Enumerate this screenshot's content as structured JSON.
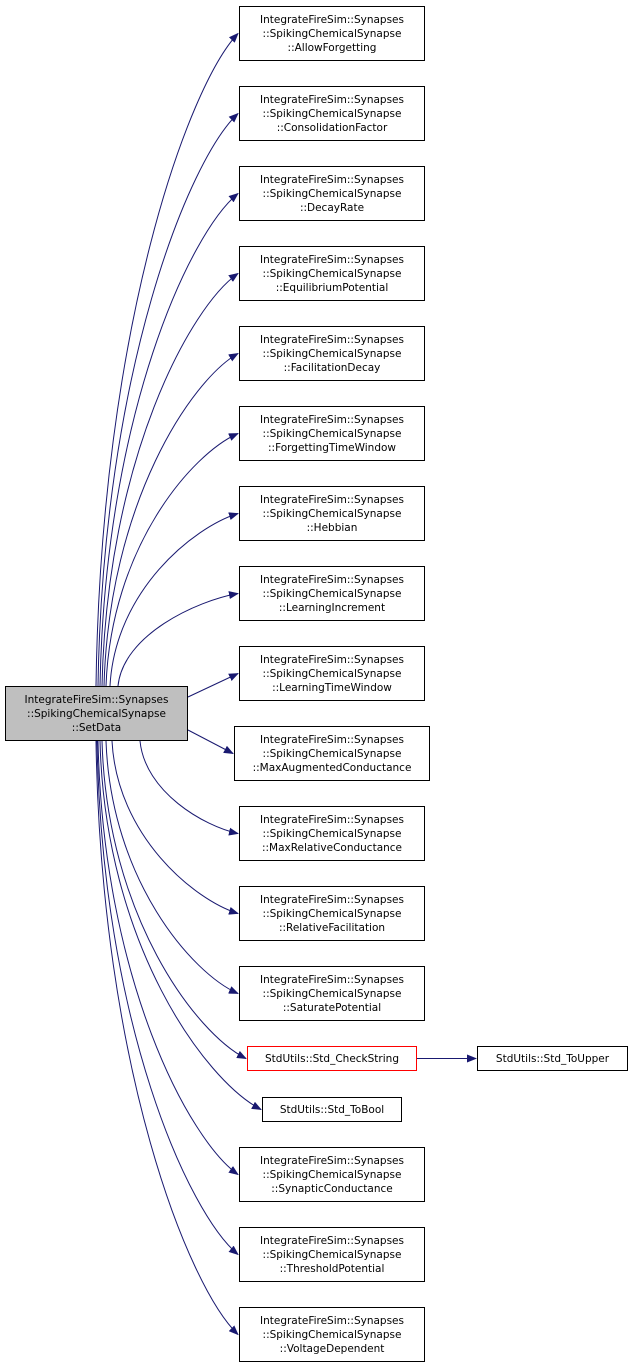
{
  "root": {
    "lines": [
      "IntegrateFireSim::Synapses",
      "::SpikingChemicalSynapse",
      "::SetData"
    ]
  },
  "callees": [
    {
      "id": "allow-forgetting",
      "lines": [
        "IntegrateFireSim::Synapses",
        "::SpikingChemicalSynapse",
        "::AllowForgetting"
      ]
    },
    {
      "id": "consolidation-factor",
      "lines": [
        "IntegrateFireSim::Synapses",
        "::SpikingChemicalSynapse",
        "::ConsolidationFactor"
      ]
    },
    {
      "id": "decay-rate",
      "lines": [
        "IntegrateFireSim::Synapses",
        "::SpikingChemicalSynapse",
        "::DecayRate"
      ]
    },
    {
      "id": "equilibrium-potential",
      "lines": [
        "IntegrateFireSim::Synapses",
        "::SpikingChemicalSynapse",
        "::EquilibriumPotential"
      ]
    },
    {
      "id": "facilitation-decay",
      "lines": [
        "IntegrateFireSim::Synapses",
        "::SpikingChemicalSynapse",
        "::FacilitationDecay"
      ]
    },
    {
      "id": "forgetting-time-window",
      "lines": [
        "IntegrateFireSim::Synapses",
        "::SpikingChemicalSynapse",
        "::ForgettingTimeWindow"
      ]
    },
    {
      "id": "hebbian",
      "lines": [
        "IntegrateFireSim::Synapses",
        "::SpikingChemicalSynapse",
        "::Hebbian"
      ]
    },
    {
      "id": "learning-increment",
      "lines": [
        "IntegrateFireSim::Synapses",
        "::SpikingChemicalSynapse",
        "::LearningIncrement"
      ]
    },
    {
      "id": "learning-time-window",
      "lines": [
        "IntegrateFireSim::Synapses",
        "::SpikingChemicalSynapse",
        "::LearningTimeWindow"
      ]
    },
    {
      "id": "max-augmented-conductance",
      "lines": [
        "IntegrateFireSim::Synapses",
        "::SpikingChemicalSynapse",
        "::MaxAugmentedConductance"
      ]
    },
    {
      "id": "max-relative-conductance",
      "lines": [
        "IntegrateFireSim::Synapses",
        "::SpikingChemicalSynapse",
        "::MaxRelativeConductance"
      ]
    },
    {
      "id": "relative-facilitation",
      "lines": [
        "IntegrateFireSim::Synapses",
        "::SpikingChemicalSynapse",
        "::RelativeFacilitation"
      ]
    },
    {
      "id": "saturate-potential",
      "lines": [
        "IntegrateFireSim::Synapses",
        "::SpikingChemicalSynapse",
        "::SaturatePotential"
      ]
    },
    {
      "id": "std-check-string",
      "lines": [
        "StdUtils::Std_CheckString"
      ],
      "highlight": true
    },
    {
      "id": "std-to-bool",
      "lines": [
        "StdUtils::Std_ToBool"
      ]
    },
    {
      "id": "synaptic-conductance",
      "lines": [
        "IntegrateFireSim::Synapses",
        "::SpikingChemicalSynapse",
        "::SynapticConductance"
      ]
    },
    {
      "id": "threshold-potential",
      "lines": [
        "IntegrateFireSim::Synapses",
        "::SpikingChemicalSynapse",
        "::ThresholdPotential"
      ]
    },
    {
      "id": "voltage-dependent",
      "lines": [
        "IntegrateFireSim::Synapses",
        "::SpikingChemicalSynapse",
        "::VoltageDependent"
      ]
    }
  ],
  "secondary": [
    {
      "id": "std-to-upper",
      "lines": [
        "StdUtils::Std_ToUpper"
      ],
      "from": "std-check-string"
    }
  ],
  "colors": {
    "edge": "#191970",
    "root_fill": "#bfbfbf",
    "highlight_border": "#ff0000"
  }
}
